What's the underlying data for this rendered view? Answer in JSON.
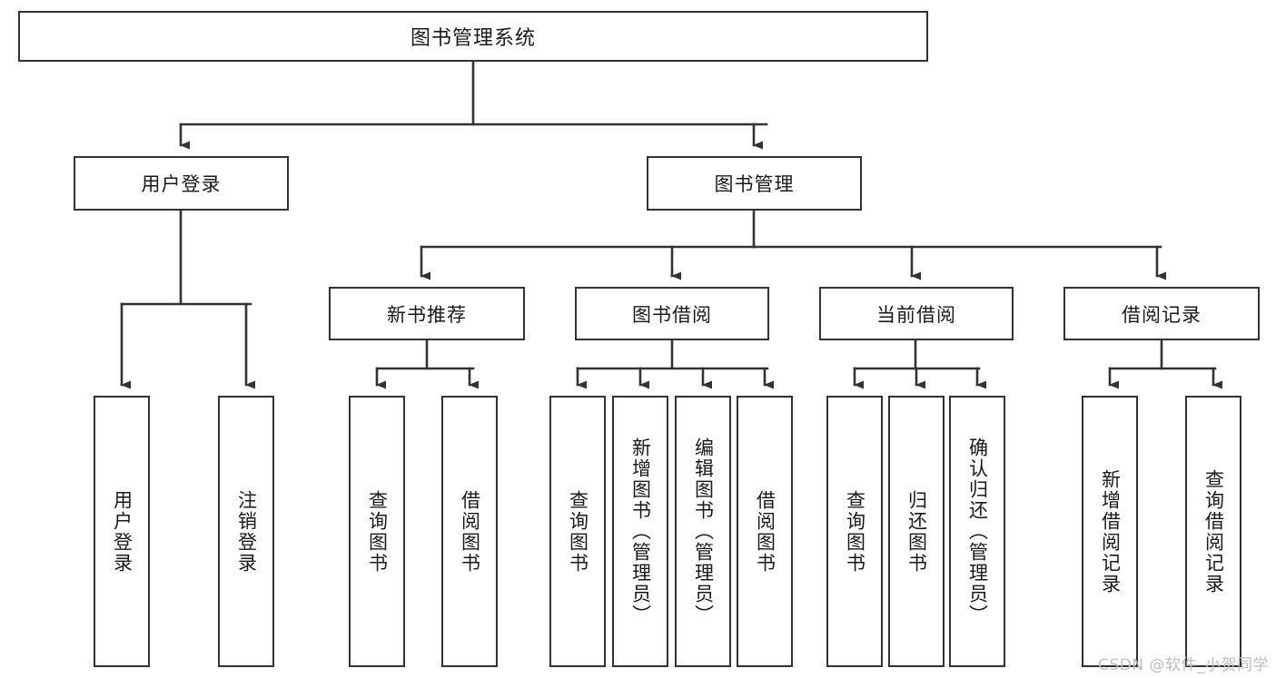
{
  "diagram": {
    "type": "tree-hierarchy",
    "title": "图书管理系统",
    "watermark": "CSDN @软件_小贺同学",
    "colors": {
      "stroke": "#333333",
      "background": "#ffffff",
      "text": "#1a1a1a",
      "watermark": "#bfbfbf"
    },
    "levels": {
      "root": {
        "label": "图书管理系统"
      },
      "level2": [
        {
          "id": "user-login",
          "label": "用户登录"
        },
        {
          "id": "book-management",
          "label": "图书管理"
        }
      ],
      "level3": [
        {
          "id": "new-book-recommend",
          "label": "新书推荐",
          "parent": "book-management"
        },
        {
          "id": "book-borrow",
          "label": "图书借阅",
          "parent": "book-management"
        },
        {
          "id": "current-borrow",
          "label": "当前借阅",
          "parent": "book-management"
        },
        {
          "id": "borrow-record",
          "label": "借阅记录",
          "parent": "book-management"
        }
      ],
      "leaves": {
        "user_login": [
          {
            "id": "leaf-user-login",
            "label": "用户登录"
          },
          {
            "id": "leaf-logout-login",
            "label": "注销登录"
          }
        ],
        "new_book_recommend": [
          {
            "id": "leaf-query-book-1",
            "label": "查询图书"
          },
          {
            "id": "leaf-borrow-book-1",
            "label": "借阅图书"
          }
        ],
        "book_borrow": [
          {
            "id": "leaf-query-book-2",
            "label": "查询图书"
          },
          {
            "id": "leaf-add-book",
            "label": "新增图书（管理员）"
          },
          {
            "id": "leaf-edit-book",
            "label": "编辑图书（管理员）"
          },
          {
            "id": "leaf-borrow-book-2",
            "label": "借阅图书"
          }
        ],
        "current_borrow": [
          {
            "id": "leaf-query-book-3",
            "label": "查询图书"
          },
          {
            "id": "leaf-return-book",
            "label": "归还图书"
          },
          {
            "id": "leaf-confirm-return",
            "label": "确认归还（管理员）"
          }
        ],
        "borrow_record": [
          {
            "id": "leaf-add-record",
            "label": "新增借阅记录"
          },
          {
            "id": "leaf-query-record",
            "label": "查询借阅记录"
          }
        ]
      }
    }
  }
}
